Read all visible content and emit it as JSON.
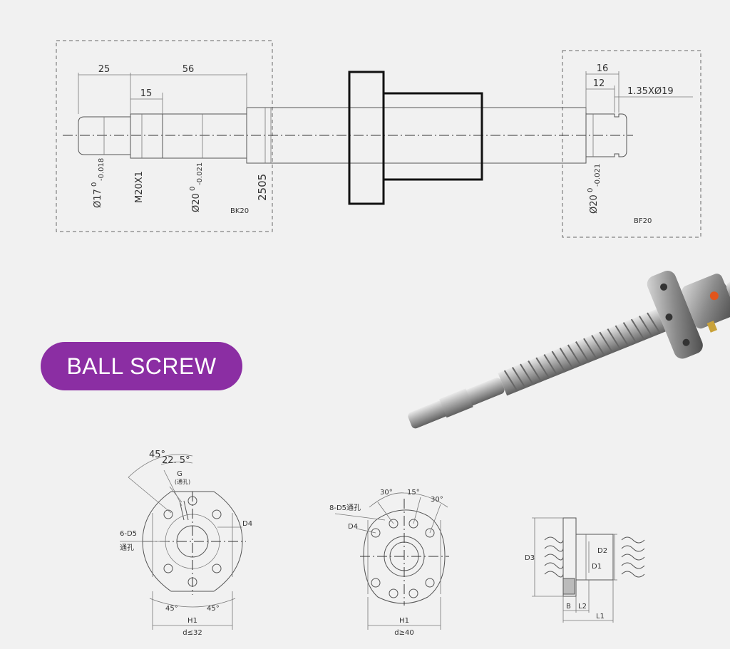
{
  "shaft_drawing": {
    "dim_25": "25",
    "dim_56": "56",
    "dim_15": "15",
    "dim_16": "16",
    "dim_12": "12",
    "groove": "1.35XØ19",
    "dia17": "Ø17",
    "dia17_tol": "0",
    "dia17_tol2": "-0.018",
    "thread": "M20X1",
    "dia20": "Ø20",
    "dia20_tol": "0",
    "dia20_tol2": "-0.021",
    "dia20b": "Ø20",
    "dia20b_tol": "0",
    "dia20b_tol2": "-0.021",
    "length": "2505",
    "left_support": "BK20",
    "right_support": "BF20"
  },
  "badge": {
    "label": "BALL SCREW"
  },
  "flange1": {
    "angle45": "45°",
    "angle22": "22. 5°",
    "g": "G",
    "g_hole": "(通孔)",
    "holes": "6-D5",
    "through": "通孔",
    "d4": "D4",
    "angle45b": "45°",
    "angle45c": "45°",
    "h1": "H1",
    "d": "d≤32"
  },
  "flange2": {
    "a30": "30°",
    "a15": "15°",
    "a30b": "30°",
    "holes": "8-D5通孔",
    "d4": "D4",
    "h1": "H1",
    "d": "d≥40"
  },
  "side": {
    "d3": "D3",
    "d2": "D2",
    "d1": "D1",
    "b": "B",
    "l2": "L2",
    "l1": "L1"
  }
}
